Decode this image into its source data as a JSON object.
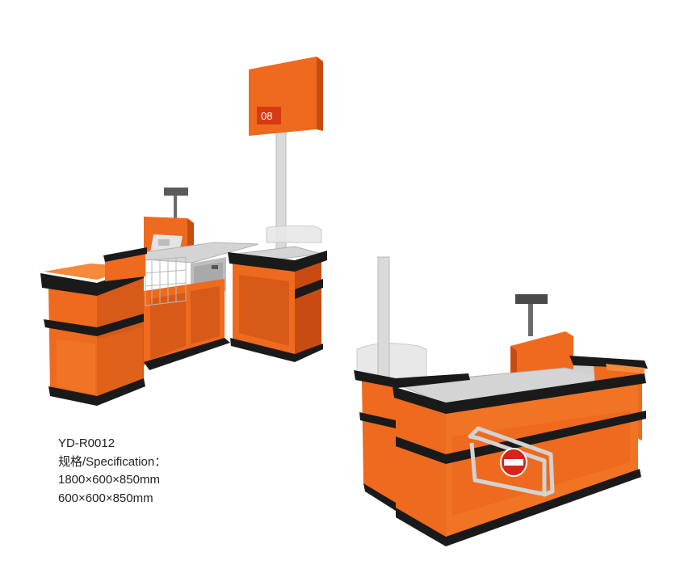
{
  "product": {
    "model": "YD-R0012",
    "spec_label": "规格/Specification：",
    "dimensions": [
      "1800×600×850mm",
      "600×600×850mm"
    ]
  },
  "sign": {
    "number": "08"
  },
  "colors": {
    "orange": "#EE6A1E",
    "orange_dark": "#C84C12",
    "orange_light": "#F58A3A",
    "trim": "#1A1A1A",
    "steel": "#D4D4D4",
    "steel_dark": "#A9A9A9",
    "sign_badge": "#D63A12",
    "background": "#FFFFFF"
  },
  "icons": {
    "no_entry": "no-entry-icon"
  }
}
